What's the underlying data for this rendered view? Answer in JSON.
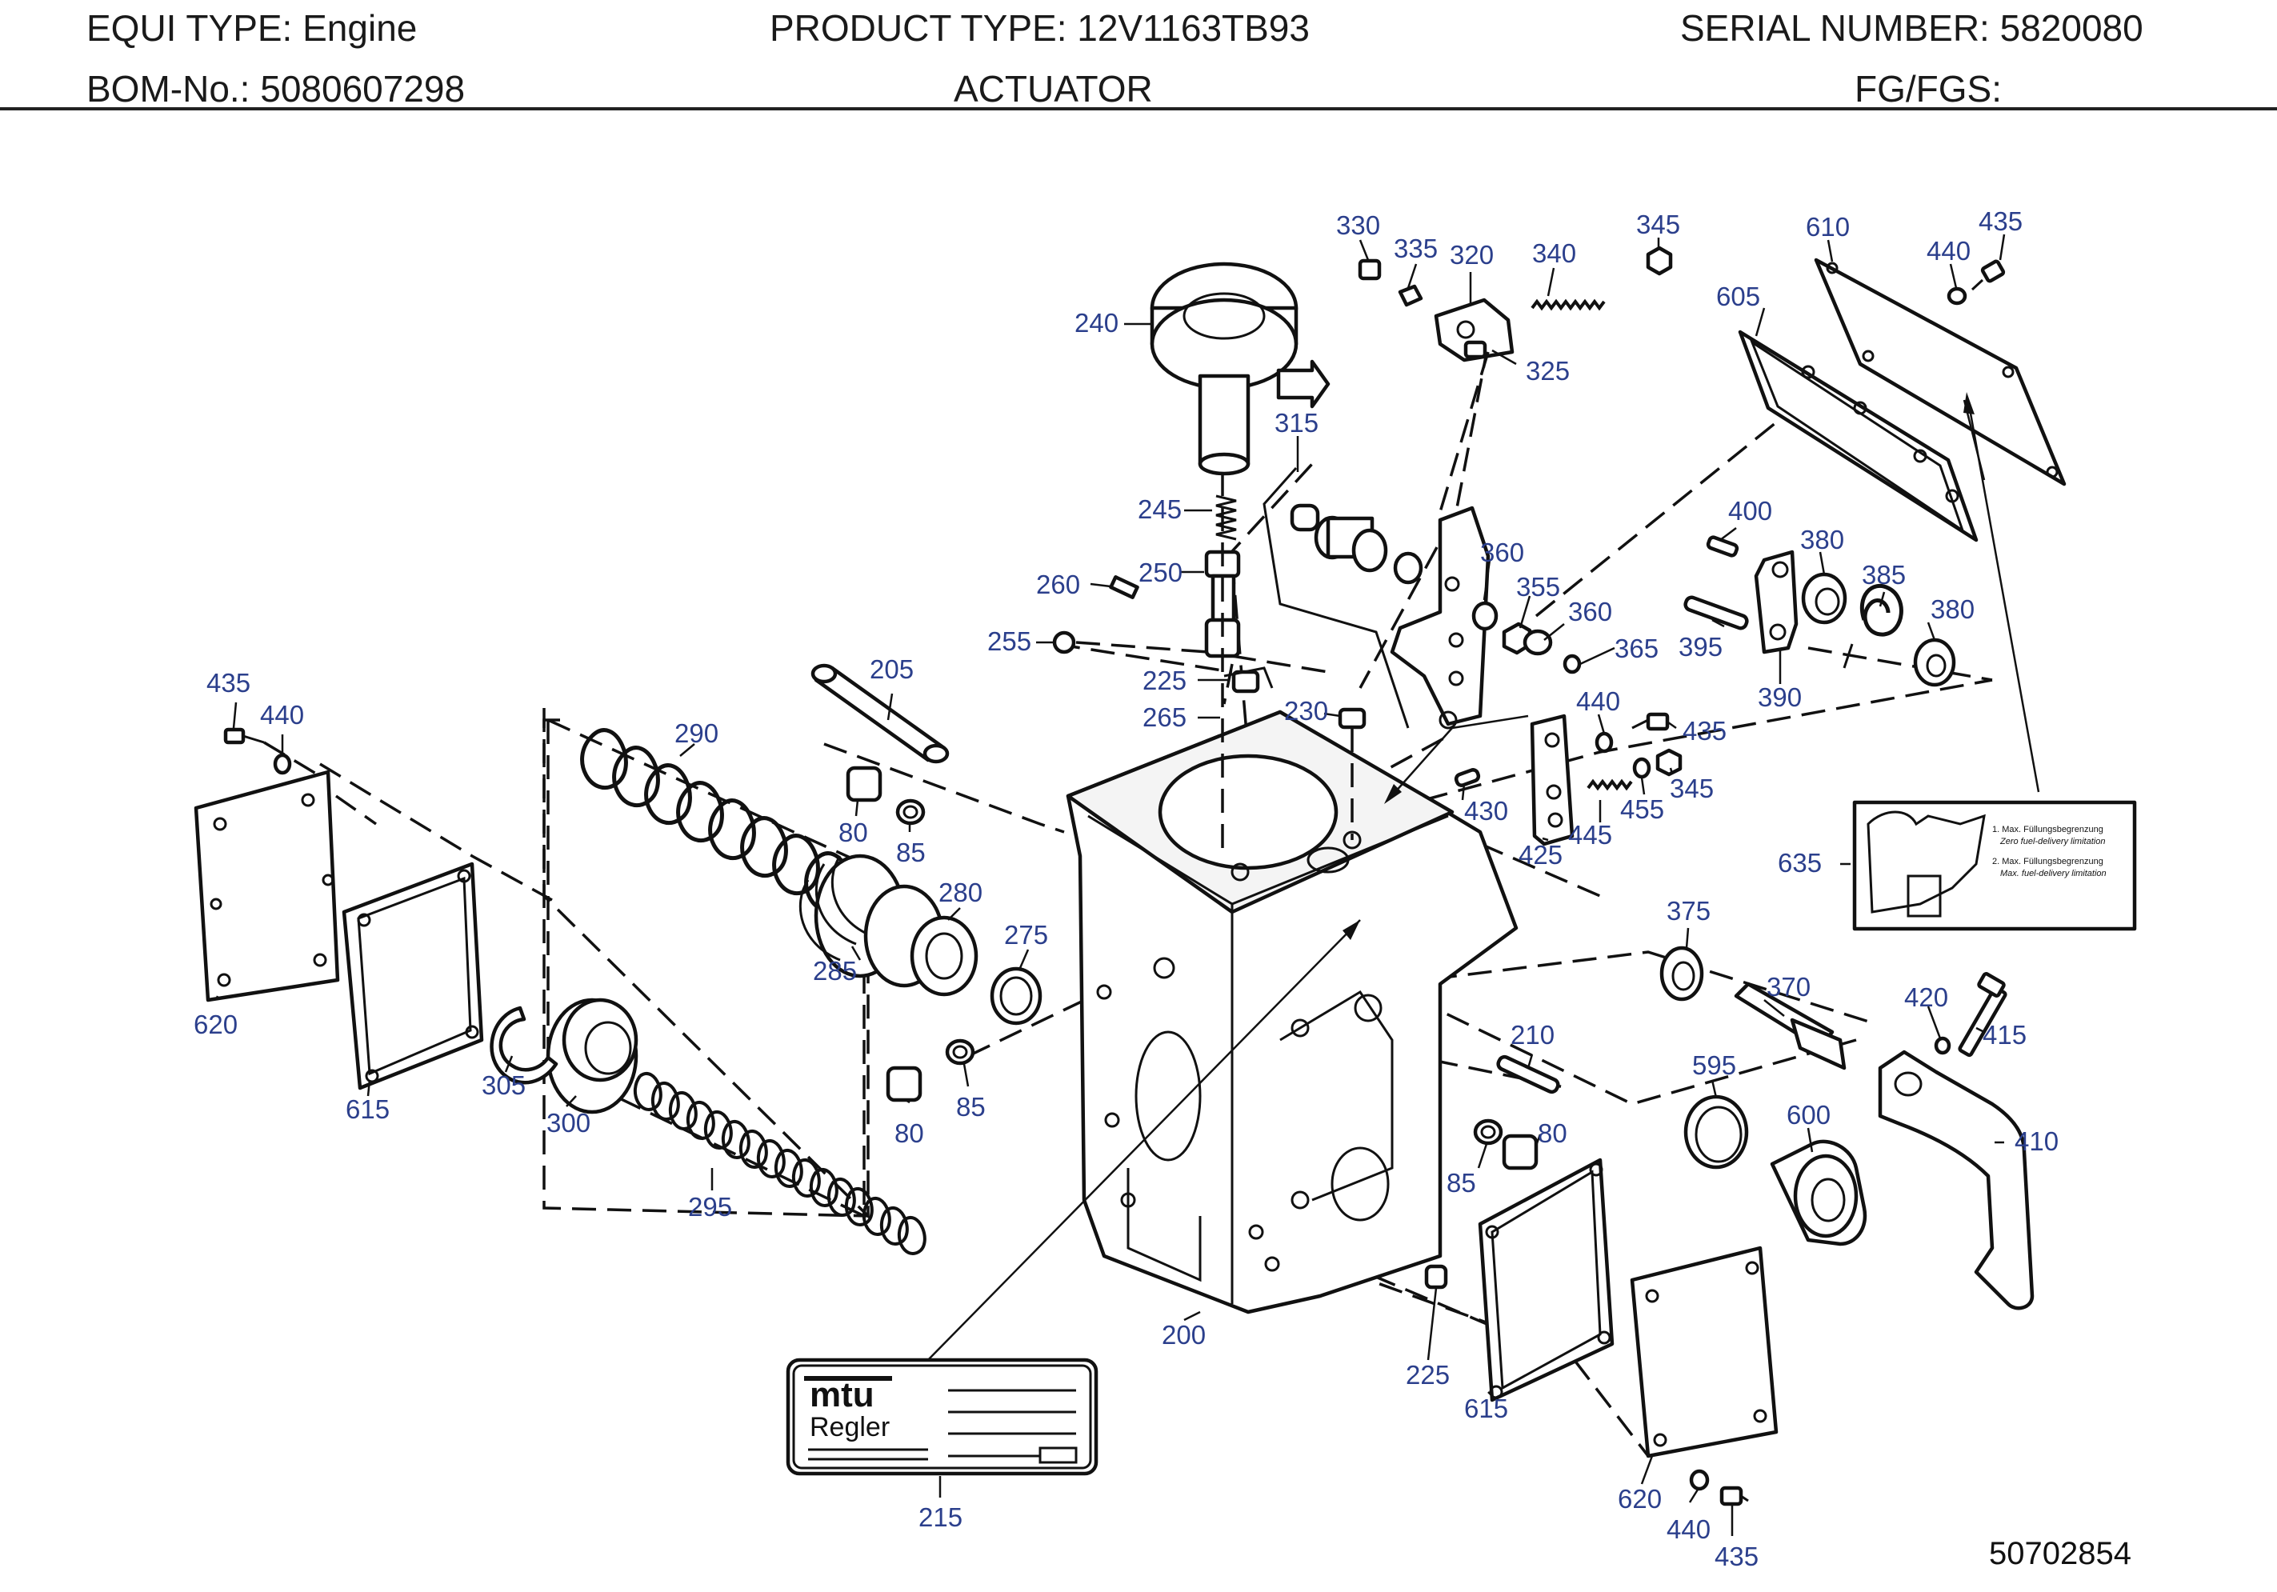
{
  "header": {
    "equi_type_label": "EQUI TYPE:",
    "equi_type_value": "Engine",
    "product_type_label": "PRODUCT TYPE:",
    "product_type_value": "12V1163TB93",
    "serial_number_label": "SERIAL NUMBER:",
    "serial_number_value": "5820080",
    "bom_label": "BOM-No.:",
    "bom_value": "5080607298",
    "assembly_name": "ACTUATOR",
    "fg_label": "FG/FGS:",
    "fg_value": ""
  },
  "drawing_number": "50702854",
  "nameplate": {
    "brand": "mtu",
    "subtitle": "Regler"
  },
  "info_label": {
    "line1": "1. Max. Füllungsbegrenzung",
    "line2": "Zero fuel-delivery limitation",
    "line3": "2. Max. Füllungsbegrenzung",
    "line4": "Max. fuel-delivery limitation"
  },
  "colors": {
    "callout": "#2b3f8c",
    "line": "#111111"
  },
  "callouts": [
    "200",
    "205",
    "210",
    "215",
    "225",
    "225",
    "230",
    "240",
    "245",
    "250",
    "255",
    "260",
    "265",
    "275",
    "280",
    "285",
    "290",
    "295",
    "300",
    "305",
    "315",
    "320",
    "325",
    "330",
    "335",
    "340",
    "345",
    "345",
    "355",
    "360",
    "360",
    "365",
    "370",
    "375",
    "380",
    "380",
    "385",
    "390",
    "395",
    "400",
    "410",
    "415",
    "420",
    "425",
    "430",
    "435",
    "435",
    "435",
    "435",
    "440",
    "440",
    "440",
    "440",
    "445",
    "455",
    "595",
    "600",
    "605",
    "610",
    "615",
    "615",
    "620",
    "620",
    "635",
    "80",
    "80",
    "80",
    "85",
    "85",
    "85"
  ]
}
